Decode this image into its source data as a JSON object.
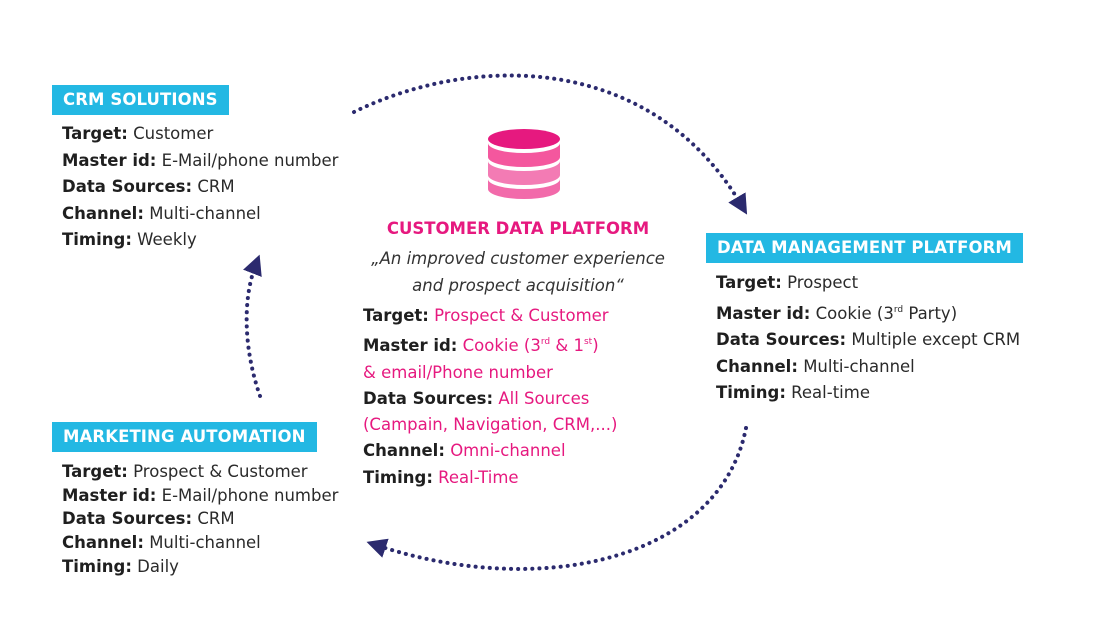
{
  "colors": {
    "badge_bg": "#23b8e3",
    "accent": "#e6197f",
    "arrow": "#2b2a6e"
  },
  "crm": {
    "title": "CRM SOLUTIONS",
    "target_k": "Target:",
    "target_v": "Customer",
    "master_k": "Master id:",
    "master_v": "E-Mail/phone number",
    "sources_k": "Data Sources:",
    "sources_v": "CRM",
    "channel_k": "Channel:",
    "channel_v": "Multi-channel",
    "timing_k": "Timing:",
    "timing_v": "Weekly"
  },
  "dmp": {
    "title": "DATA MANAGEMENT PLATFORM",
    "target_k": "Target:",
    "target_v": "Prospect",
    "master_k": "Master id:",
    "master_v1": "Cookie (3",
    "master_sup": "rd",
    "master_v2": " Party)",
    "sources_k": "Data Sources:",
    "sources_v": "Multiple except CRM",
    "channel_k": "Channel:",
    "channel_v": "Multi-channel",
    "timing_k": "Timing:",
    "timing_v": "Real-time"
  },
  "ma": {
    "title": "MARKETING AUTOMATION",
    "target_k": "Target:",
    "target_v": "Prospect & Customer",
    "master_k": "Master id:",
    "master_v": "E-Mail/phone number",
    "sources_k": "Data Sources:",
    "sources_v": "CRM",
    "channel_k": "Channel:",
    "channel_v": "Multi-channel",
    "timing_k": "Timing:",
    "timing_v": "Daily"
  },
  "cdp": {
    "title": "CUSTOMER DATA PLATFORM",
    "subtitle_line1": "„An improved customer experience",
    "subtitle_line2": "and prospect acquisition“",
    "target_k": "Target:",
    "target_v": "Prospect & Customer",
    "master_k": "Master id:",
    "master_v1": "Cookie (3",
    "master_sup1": "rd",
    "master_v2": " & 1",
    "master_sup2": "st",
    "master_v3": ")",
    "master_v4": "& email/Phone number",
    "sources_k": "Data Sources:",
    "sources_v1": "All Sources",
    "sources_v2": "(Campain, Navigation, CRM,...)",
    "channel_k": "Channel:",
    "channel_v": "Omni-channel",
    "timing_k": "Timing:",
    "timing_v": "Real-Time"
  },
  "icons": {
    "center": "database-icon",
    "arrows": "dotted-arrow"
  }
}
